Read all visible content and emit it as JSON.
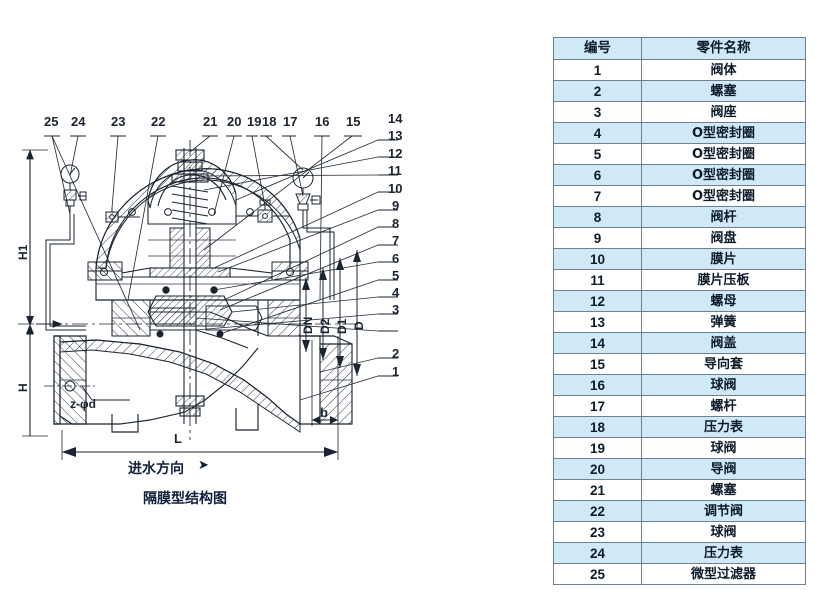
{
  "figure": {
    "caption": "隔膜型结构图",
    "flow_label": "进水方向",
    "flow_arrow": "➤",
    "dimensions": {
      "H1": "H1",
      "H": "H",
      "L": "L",
      "b": "b",
      "DN": "DN",
      "D2": "D2",
      "D1": "D1",
      "D": "D",
      "bolt_note": "z-φd"
    },
    "callouts_top_left": [
      "25",
      "24",
      "23",
      "22"
    ],
    "callouts_top_mid": [
      "21",
      "20",
      "19",
      "18",
      "17",
      "16",
      "15"
    ],
    "callouts_right": [
      "14",
      "13",
      "12",
      "11",
      "10",
      "9",
      "8",
      "7",
      "6",
      "5",
      "4",
      "3",
      "2",
      "1"
    ]
  },
  "table": {
    "headers": [
      "编号",
      "零件名称"
    ],
    "rows": [
      {
        "no": "1",
        "name": "阀体"
      },
      {
        "no": "2",
        "name": "螺塞"
      },
      {
        "no": "3",
        "name": "阀座"
      },
      {
        "no": "4",
        "name": "O型密封圈"
      },
      {
        "no": "5",
        "name": "O型密封圈"
      },
      {
        "no": "6",
        "name": "O型密封圈"
      },
      {
        "no": "7",
        "name": "O型密封圈"
      },
      {
        "no": "8",
        "name": "阀杆"
      },
      {
        "no": "9",
        "name": "阀盘"
      },
      {
        "no": "10",
        "name": "膜片"
      },
      {
        "no": "11",
        "name": "膜片压板"
      },
      {
        "no": "12",
        "name": "螺母"
      },
      {
        "no": "13",
        "name": "弹簧"
      },
      {
        "no": "14",
        "name": "阀盖"
      },
      {
        "no": "15",
        "name": "导向套"
      },
      {
        "no": "16",
        "name": "球阀"
      },
      {
        "no": "17",
        "name": "螺杆"
      },
      {
        "no": "18",
        "name": "压力表"
      },
      {
        "no": "19",
        "name": "球阀"
      },
      {
        "no": "20",
        "name": "导阀"
      },
      {
        "no": "21",
        "name": "螺塞"
      },
      {
        "no": "22",
        "name": "调节阀"
      },
      {
        "no": "23",
        "name": "球阀"
      },
      {
        "no": "24",
        "name": "压力表"
      },
      {
        "no": "25",
        "name": "微型过滤器"
      }
    ]
  },
  "colors": {
    "table_stripe": "#cfe9f6",
    "table_border": "#6f7f94",
    "line": "#1b2430"
  }
}
